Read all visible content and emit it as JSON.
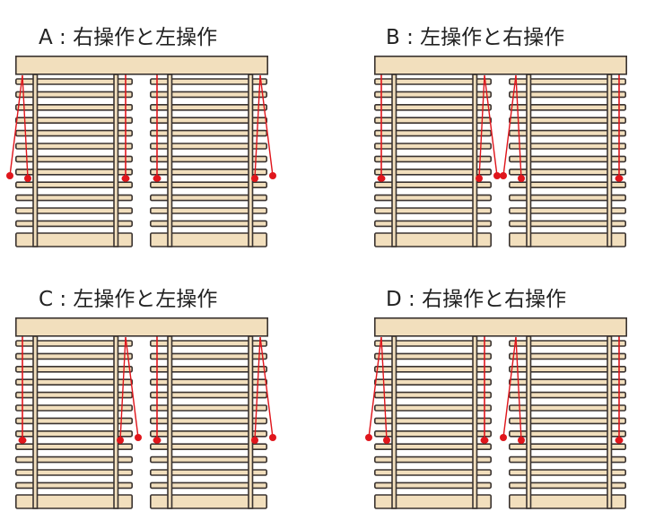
{
  "colors": {
    "slat": "#f2dfbd",
    "outline": "#3a3330",
    "cord": "#e0161c"
  },
  "panels": [
    {
      "id": "A",
      "title": "A : 右操作と左操作",
      "blinds": [
        {
          "lift": "left",
          "tilt": "right"
        },
        {
          "lift": "right",
          "tilt": "left"
        }
      ]
    },
    {
      "id": "B",
      "title": "B : 左操作と右操作",
      "blinds": [
        {
          "lift": "right",
          "tilt": "left"
        },
        {
          "lift": "left",
          "tilt": "right"
        }
      ]
    },
    {
      "id": "C",
      "title": "C : 左操作と左操作",
      "blinds": [
        {
          "lift": "right",
          "tilt": "left"
        },
        {
          "lift": "right",
          "tilt": "left"
        }
      ]
    },
    {
      "id": "D",
      "title": "D : 右操作と右操作",
      "blinds": [
        {
          "lift": "left",
          "tilt": "right"
        },
        {
          "lift": "left",
          "tilt": "right"
        }
      ]
    }
  ]
}
